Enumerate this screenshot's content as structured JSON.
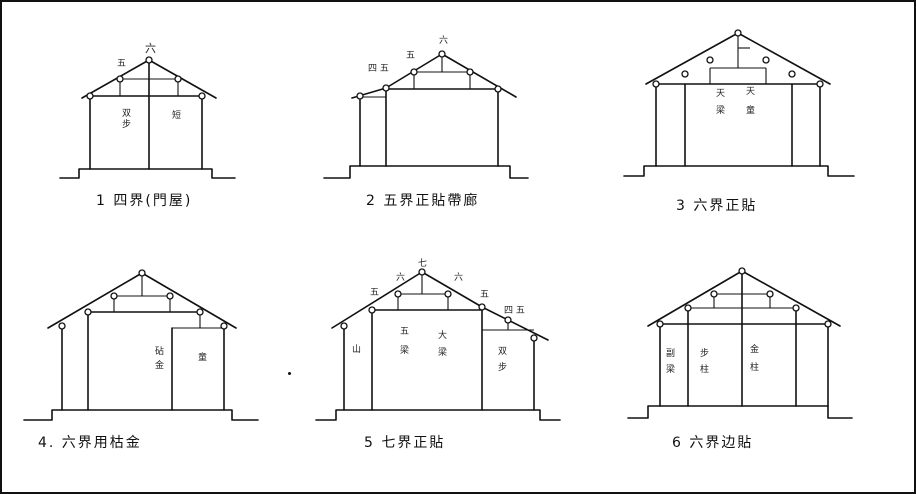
{
  "captions": {
    "d1": "1  四界(門屋)",
    "d2": "2  五界正貼帶廊",
    "d3": "3  六界正貼",
    "d4": "4.  六界用枯金",
    "d5": "5  七界正貼",
    "d6": "6  六界边貼"
  },
  "marks": {
    "d1_top": "六",
    "d1_left": "五",
    "d1_c1": "双",
    "d1_c2": "步",
    "d1_c3": "短",
    "d2_top": "六",
    "d2_five": "五",
    "d2_left": "四 五",
    "d3_c1": "天",
    "d3_c2": "天",
    "d3_c3": "梁",
    "d3_c4": "童",
    "d4_c1": "砧",
    "d4_c2": "金",
    "d4_c3": "童",
    "d5_top": "七",
    "d5_six_l": "六",
    "d5_six_r": "六",
    "d5_five_l": "五",
    "d5_five_r": "五",
    "d5_right": "四 五",
    "d5_c1": "山",
    "d5_c2": "五",
    "d5_c3": "梁",
    "d5_c4": "大",
    "d5_c5": "梁",
    "d5_c6": "双",
    "d5_c7": "步",
    "d6_c1": "副",
    "d6_c2": "梁",
    "d6_c3": "步",
    "d6_c4": "柱",
    "d6_c5": "金",
    "d6_c6": "柱"
  }
}
